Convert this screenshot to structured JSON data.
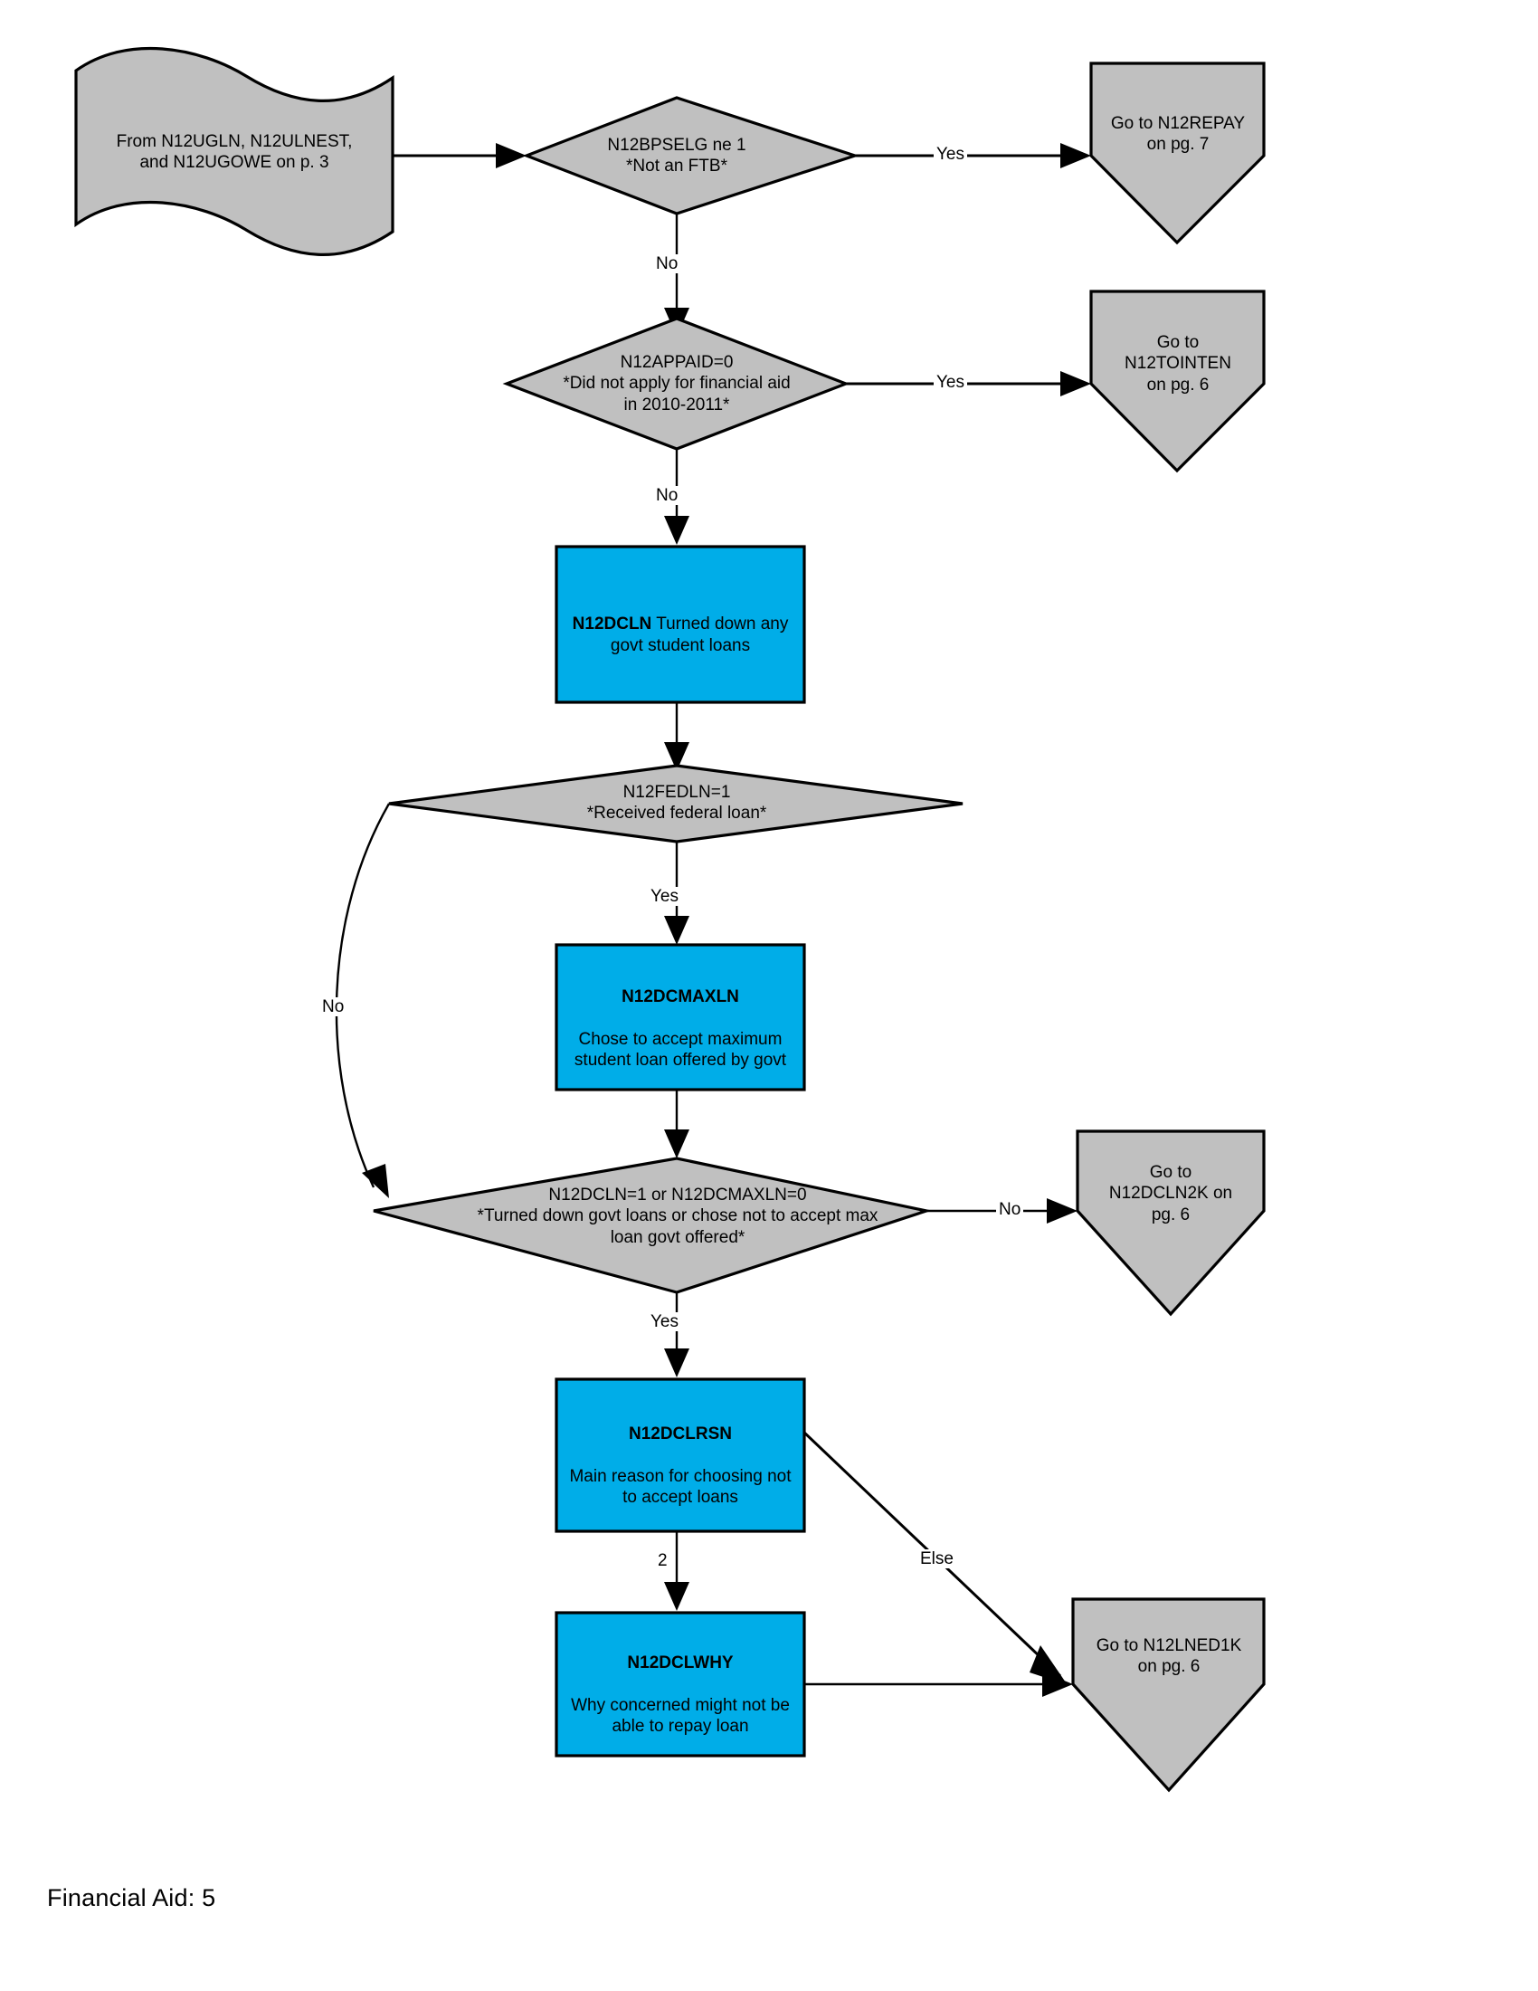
{
  "document": {
    "footer": "Financial Aid: 5"
  },
  "nodes": {
    "start": {
      "type": "banner",
      "line1": "From N12UGLN, N12ULNEST,",
      "line2": "and N12UGOWE on p. 3",
      "text": "From N12UGLN, N12ULNEST,\nand N12UGOWE on p. 3"
    },
    "d_bpselg": {
      "type": "decision",
      "text": "N12BPSELG ne 1\n*Not an FTB*"
    },
    "goto_repay": {
      "type": "offpage",
      "text": "Go to N12REPAY\non pg. 7"
    },
    "d_appaid": {
      "type": "decision",
      "text": "N12APPAID=0\n*Did not apply for financial aid\nin 2010-2011*"
    },
    "goto_tointen": {
      "type": "offpage",
      "text": "Go to\nN12TOINTEN\non pg. 6"
    },
    "q_dcln": {
      "type": "question",
      "varname": "N12DCLN",
      "body": " Turned down any govt student loans",
      "text": "N12DCLN Turned down any govt student loans"
    },
    "d_fedln": {
      "type": "decision",
      "text": "N12FEDLN=1\n*Received federal loan*"
    },
    "q_dcmaxln": {
      "type": "question",
      "varname": "N12DCMAXLN",
      "body": "Chose to accept maximum student loan offered by govt",
      "text": "N12DCMAXLN\nChose to accept maximum student loan offered by govt"
    },
    "d_dcln_or_dcmaxln": {
      "type": "decision",
      "text": "N12DCLN=1 or N12DCMAXLN=0\n*Turned down govt loans or chose not to accept max\nloan govt offered*"
    },
    "goto_dcln2k": {
      "type": "offpage",
      "text": "Go to\nN12DCLN2K on\npg. 6"
    },
    "q_dclrsn": {
      "type": "question",
      "varname": "N12DCLRSN",
      "body": "Main reason for choosing not to accept loans",
      "text": "N12DCLRSN\nMain reason for choosing not to accept loans"
    },
    "q_dclwhy": {
      "type": "question",
      "varname": "N12DCLWHY",
      "body": "Why concerned might not be able to repay loan",
      "text": "N12DCLWHY\nWhy concerned might not be able to repay loan"
    },
    "goto_lned1k": {
      "type": "offpage",
      "text": "Go to N12LNED1K\non pg. 6"
    }
  },
  "edges": {
    "bpselg_yes": "Yes",
    "bpselg_no": "No",
    "appaid_yes": "Yes",
    "appaid_no": "No",
    "fedln_yes": "Yes",
    "fedln_no": "No",
    "dcln_or_no": "No",
    "dcln_or_yes": "Yes",
    "dclrsn_2": "2",
    "dclrsn_else": "Else"
  },
  "colors": {
    "shape_gray": "#c0c0c0",
    "shape_blue": "#00ade8",
    "outline": "#000000",
    "page_background": "#ffffff"
  }
}
